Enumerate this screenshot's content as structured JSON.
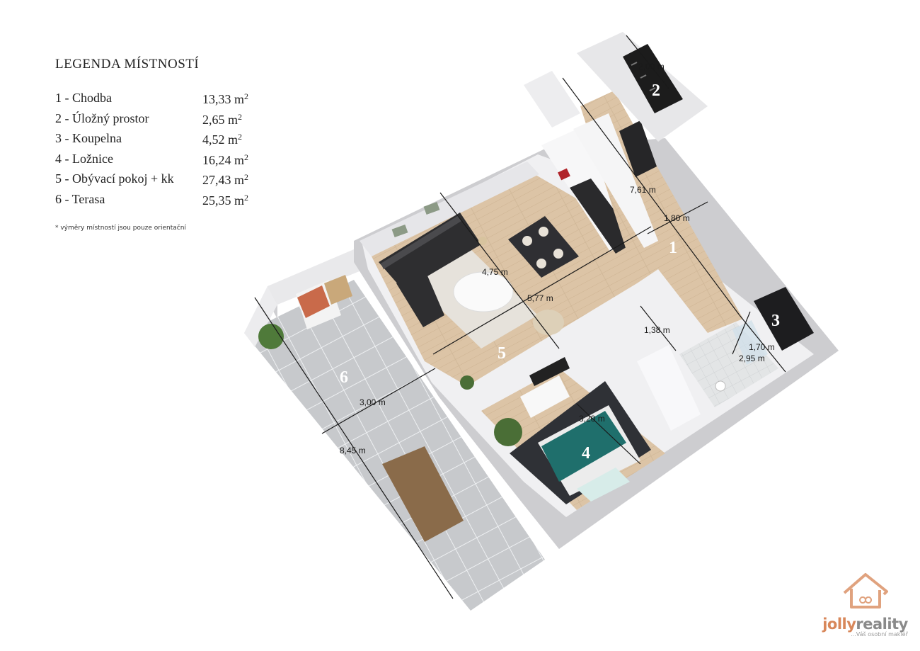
{
  "legend": {
    "title": "LEGENDA MÍSTNOSTÍ",
    "rooms": [
      {
        "label": "1 - Chodba",
        "area": "13,33 m",
        "unit_exp": "2"
      },
      {
        "label": "2 - Úložný prostor",
        "area": "2,65 m",
        "unit_exp": "2"
      },
      {
        "label": "3 - Koupelna",
        "area": "4,52 m",
        "unit_exp": "2"
      },
      {
        "label": "4 - Ložnice",
        "area": "16,24 m",
        "unit_exp": "2"
      },
      {
        "label": "5 - Obývací pokoj + kk",
        "area": "27,43 m",
        "unit_exp": "2"
      },
      {
        "label": "6 - Terasa",
        "area": "25,35 m",
        "unit_exp": "2"
      }
    ],
    "note": "*  výměry místností jsou pouze orientační"
  },
  "plan": {
    "room_numbers": [
      "1",
      "2",
      "3",
      "4",
      "5",
      "6"
    ],
    "dimensions": {
      "corridor_length": "7,61 m",
      "corridor_width": "1,80 m",
      "storage": "2,00 m",
      "bath_width": "1,70 m",
      "bath_length": "2,95 m",
      "living_depth": "4,75 m",
      "living_width": "5,77 m",
      "passage": "1,38 m",
      "bedroom": "3,20 m",
      "terrace_width": "3,00 m",
      "terrace_length": "8,45 m"
    },
    "colors": {
      "wall": "#f0f0f2",
      "wall_shade": "#c9c9cc",
      "floor_wood": "#dcc4a6",
      "terrace_tile": "#c7c9cc",
      "sofa": "#2e2e30",
      "bed_cover": "#1f6f6c",
      "storage_floor": "#1c1c1c"
    }
  },
  "brand": {
    "name_part1": "jolly",
    "name_part2": "reality",
    "tagline": "...Váš osobní makléř"
  }
}
